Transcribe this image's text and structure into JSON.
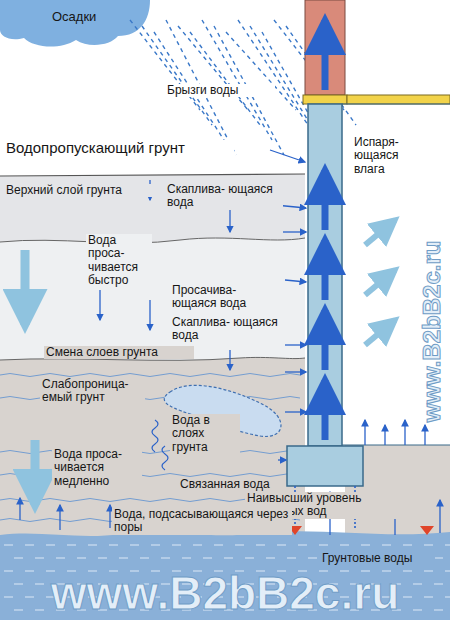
{
  "diagram": {
    "labels": [
      "Осадки",
      "Брызги воды",
      "Водопропускающий грунт",
      "Верхний слой грунта",
      "Скаплива- ющаяся вода",
      "Вода проса- чивается быстро",
      "Просачива- ющаяся вода",
      "Скаплива- ющаяся вода",
      "Испаря- ющаяся влага",
      "Смена слоев грунта",
      "Слабопроница- емый грунт",
      "Вода в слоях грунта",
      "Вода проса- чивается медленно",
      "Связанная вода",
      "Наивысший уровень грунтовых вод",
      "Вода, подсасывающаяся через поры",
      "Грунтовые воды",
      "www.B2bB2c.ru",
      "www.B2bB2c.ru"
    ]
  }
}
